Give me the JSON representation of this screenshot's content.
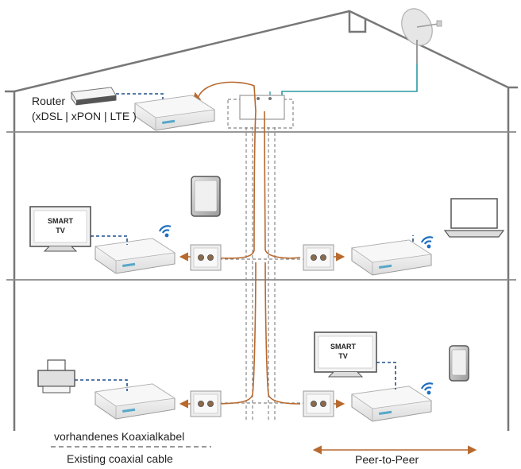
{
  "router": {
    "name": "Router",
    "types": "(xDSL | xPON | LTE )"
  },
  "tv_label_top": "SMART",
  "tv_label_bottom": "TV",
  "legend": {
    "coax_de": "vorhandenes Koaxialkabel",
    "coax_en": "Existing coaxial cable",
    "p2p": "Peer-to-Peer"
  },
  "colors": {
    "signal": "#b8692e",
    "network": "#1f4e8c",
    "satellite": "#2a9aa0",
    "house": "#777777"
  }
}
